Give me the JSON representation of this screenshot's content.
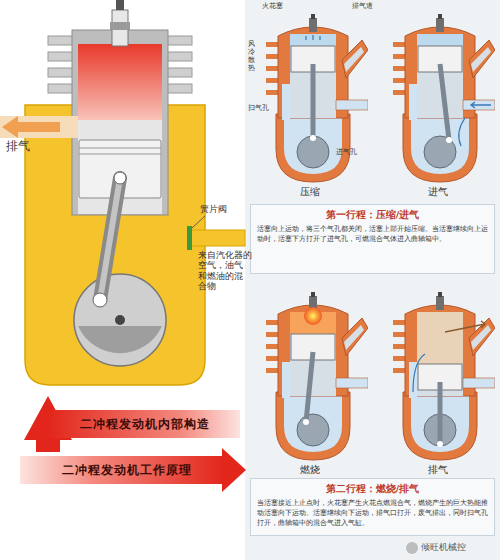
{
  "diagram": {
    "nodes": [
      {
        "text": [
          "二冲程发动机内部构造"
        ]
      },
      {
        "text": [
          "二冲程发动机工作原理"
        ]
      },
      {
        "text": [
          "第一行程：压缩/进气",
          "活塞向上运动，将三个气孔都关闭，活塞上部开始压缩。当活塞继续向上运动时，活塞下方打开了进气孔，可燃混合气体进入曲轴箱中。"
        ]
      },
      {
        "text": [
          "第二行程：燃烧/排气",
          "当活塞接近上止点时，火花塞产生火花点燃混合气，燃烧产生的巨大热能推动活塞向下运动。活塞继续向下运动，排气口打开，废气排出，同时扫气孔打开，曲轴箱中的混合气进入气缸。"
        ]
      }
    ],
    "labels": [
      "排气",
      "簧片阀",
      "来自汽化器的 空气，油气 和燃油的混 合物",
      "火花塞",
      "排气道",
      "风冷 散热",
      "扫气孔",
      "进气孔",
      "压缩",
      "进气",
      "燃烧",
      "排气",
      "倾旺机械控"
    ]
  }
}
